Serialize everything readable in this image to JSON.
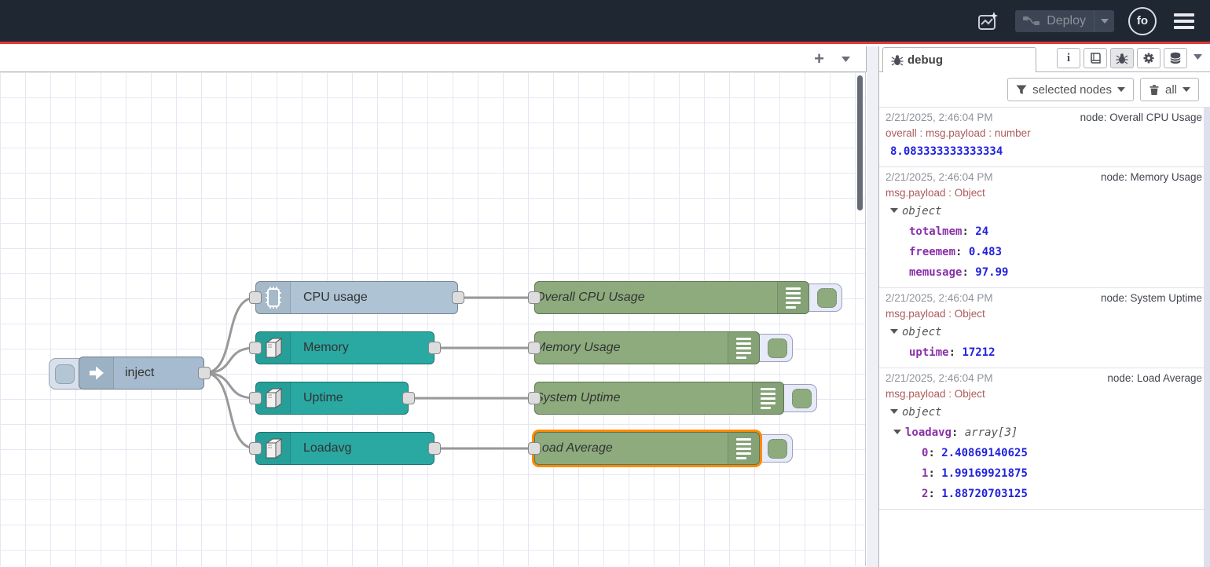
{
  "colors": {
    "header_bg": "#1f2733",
    "header_accent_line": "#dd3a3a",
    "inject_node": "#a6bbcf",
    "cpu_node": "#aec3d4",
    "os_node": "#2aa8a2",
    "debug_node": "#8dab7d",
    "selection_outline": "#ff8a00",
    "wire": "#999999",
    "debug_value_blue": "#2222dd",
    "debug_key_purple": "#8a2fa8",
    "debug_property_red": "#ac5c5c"
  },
  "header": {
    "deploy": {
      "label": "Deploy"
    },
    "avatar": {
      "initials": "fo"
    }
  },
  "workspace": {
    "add_flow_label": "+"
  },
  "flow": {
    "inject": {
      "label": "inject"
    },
    "cpu": {
      "label": "CPU usage"
    },
    "memory": {
      "label": "Memory"
    },
    "uptime": {
      "label": "Uptime"
    },
    "loadavg": {
      "label": "Loadavg"
    },
    "debug_cpu": {
      "label": "Overall CPU Usage"
    },
    "debug_memory": {
      "label": "Memory Usage"
    },
    "debug_uptime": {
      "label": "System Uptime"
    },
    "debug_loadavg": {
      "label": "Load Average"
    }
  },
  "sidebar": {
    "tab": {
      "label": "debug"
    },
    "icons": {
      "info_glyph": "i"
    },
    "filter": {
      "label": "selected nodes"
    },
    "clear": {
      "label": "all"
    },
    "messages": [
      {
        "timestamp": "2/21/2025, 2:46:04 PM",
        "source": "node: Overall CPU Usage",
        "property": "overall : msg.payload : number",
        "value": "8.083333333333334"
      },
      {
        "timestamp": "2/21/2025, 2:46:04 PM",
        "source": "node: Memory Usage",
        "property": "msg.payload : Object",
        "root": "object",
        "entries": [
          {
            "key": "totalmem",
            "value": "24"
          },
          {
            "key": "freemem",
            "value": "0.483"
          },
          {
            "key": "memusage",
            "value": "97.99"
          }
        ]
      },
      {
        "timestamp": "2/21/2025, 2:46:04 PM",
        "source": "node: System Uptime",
        "property": "msg.payload : Object",
        "root": "object",
        "entries": [
          {
            "key": "uptime",
            "value": "17212"
          }
        ]
      },
      {
        "timestamp": "2/21/2025, 2:46:04 PM",
        "source": "node: Load Average",
        "property": "msg.payload : Object",
        "root": "object",
        "array": {
          "key": "loadavg",
          "type": "array[3]"
        },
        "entries": [
          {
            "key": "0",
            "value": "2.40869140625"
          },
          {
            "key": "1",
            "value": "1.99169921875"
          },
          {
            "key": "2",
            "value": "1.88720703125"
          }
        ]
      }
    ]
  }
}
